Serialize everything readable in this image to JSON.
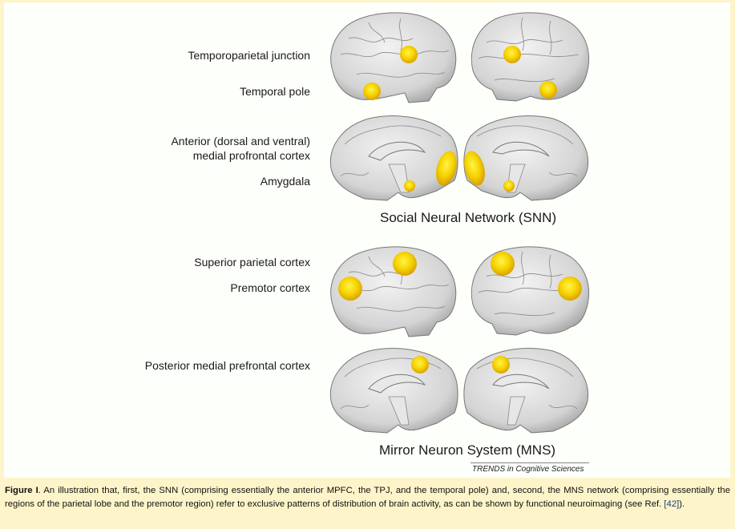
{
  "snn": {
    "title": "Social Neural Network (SNN)",
    "labels": [
      "Temporoparietal junction",
      "Temporal pole",
      "Anterior (dorsal and ventral)",
      "medial profrontal cortex",
      "Amygdala"
    ]
  },
  "mns": {
    "title": "Mirror Neuron System (MNS)",
    "labels": [
      "Superior parietal cortex",
      "Premotor cortex",
      "Posterior medial prefrontal cortex"
    ]
  },
  "credit": "TRENDS in Cognitive Sciences",
  "caption": {
    "lead": "Figure I",
    "text": ". An illustration that, first, the SNN (comprising essentially the anterior MPFC, the TPJ, and the temporal pole) and, second, the MNS network (comprising essentially the regions of the parietal lobe and the premotor region) refer to exclusive patterns of distribution of brain activity, as can be shown by functional neuroimaging (see Ref. ",
    "ref": "[42]",
    "tail": ")."
  },
  "colors": {
    "background": "#fdf5c9",
    "panel": "#fdfffa",
    "activation": "#f5c800",
    "brain": "#d9d9d9",
    "link": "#1a3c8a"
  }
}
